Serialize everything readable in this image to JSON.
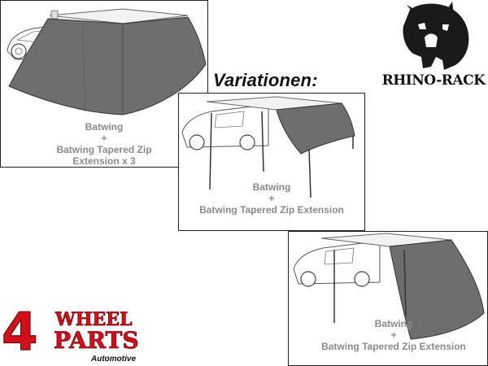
{
  "heading": "Variationen:",
  "brand": {
    "rhino_rack": "RHINO-RACK",
    "four_wheel_parts": {
      "number": "4",
      "top": "WHEEL",
      "middle": "PARTS",
      "bottom": "Automotive"
    }
  },
  "panels": [
    {
      "line1": "Batwing",
      "line2": "+",
      "line3": "Batwing Tapered Zip",
      "line4": "Extension x 3"
    },
    {
      "line1": "Batwing",
      "line2": "+",
      "line3": "Batwing Tapered Zip Extension"
    },
    {
      "line1": "Batwing",
      "line2": "+",
      "line3": "Batwing Tapered Zip Extension"
    }
  ],
  "colors": {
    "canvas": "#6e6e6e",
    "caption": "#8a8a8a",
    "logo_red": "#d0101a"
  }
}
